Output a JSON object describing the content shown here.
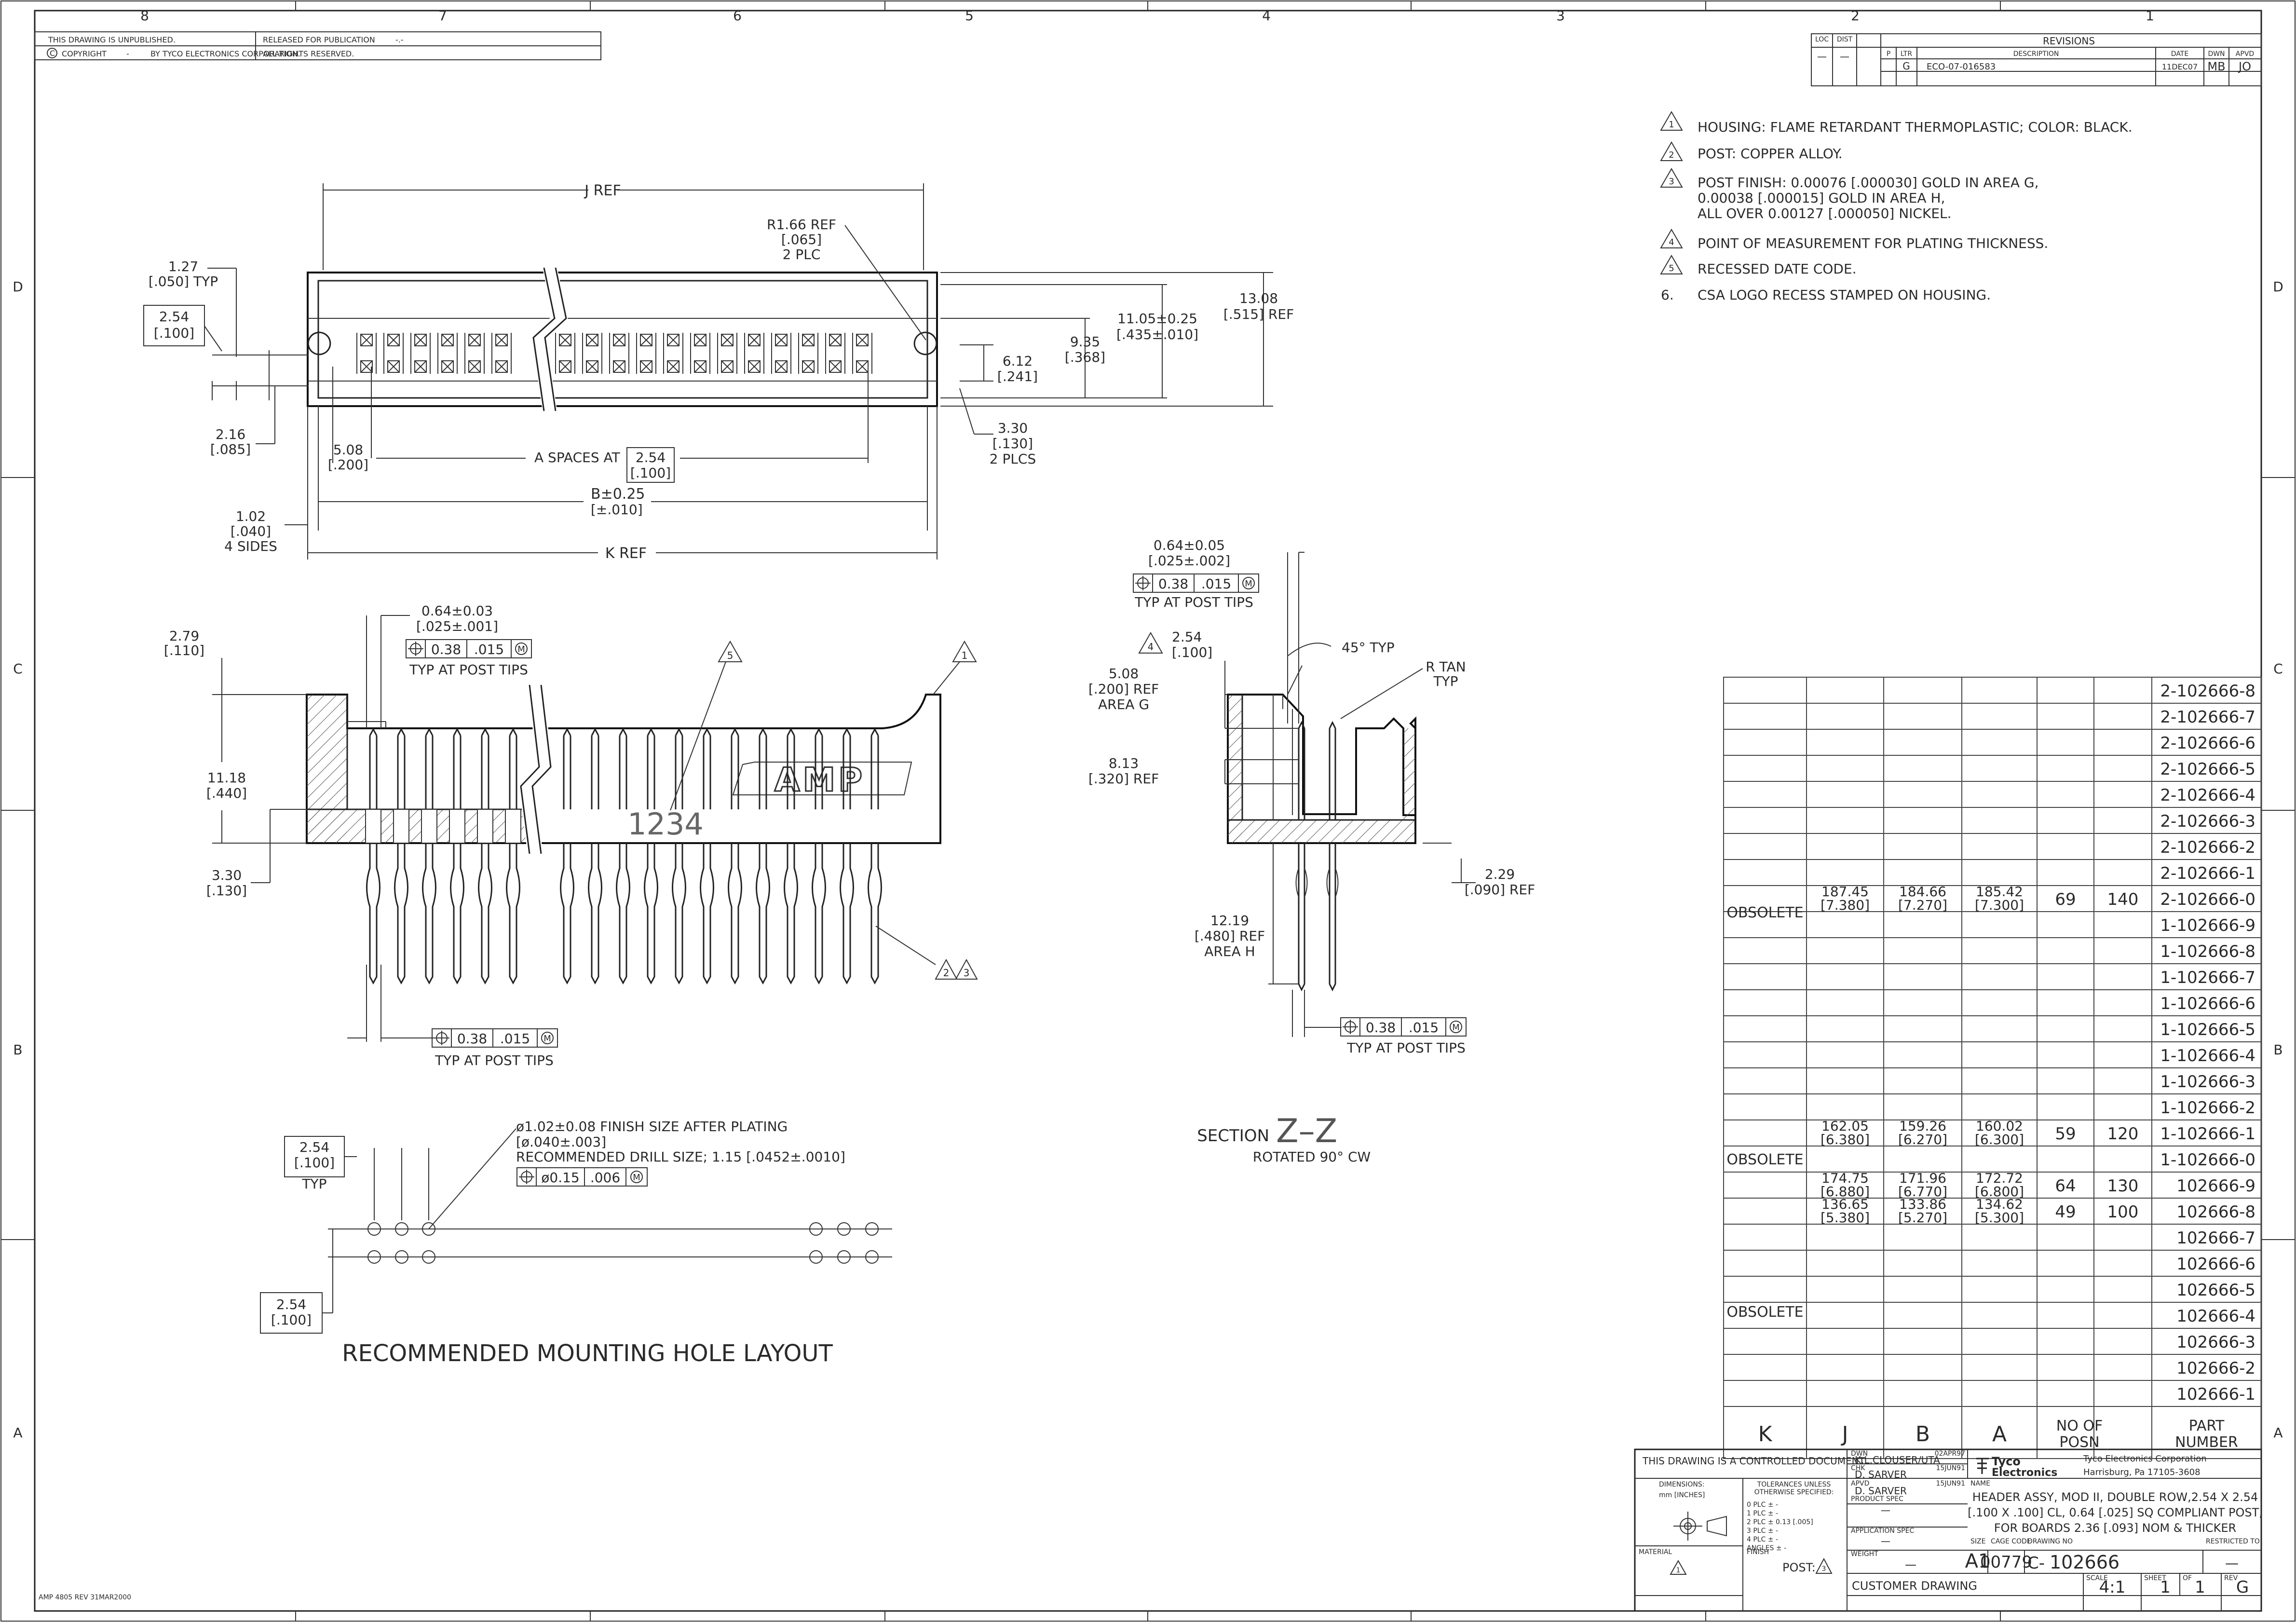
{
  "frame": {
    "top_zones": [
      "8",
      "7",
      "6",
      "5",
      "4",
      "3",
      "2",
      "1"
    ],
    "side_zones": [
      "D",
      "C",
      "B",
      "A"
    ],
    "unpublished": "THIS DRAWING IS UNPUBLISHED.",
    "released": "RELEASED FOR PUBLICATION",
    "released_value": "-.-",
    "copyright": "COPYRIGHT",
    "copyright_dash": "-",
    "copyright_by": "BY TYCO ELECTRONICS CORPORATION.",
    "rights": "ALL RIGHTS RESERVED.",
    "form": "AMP 4805 REV 31MAR2000"
  },
  "revisions": {
    "title": "REVISIONS",
    "loc_label": "LOC",
    "dist_label": "DIST",
    "loc": "—",
    "dist": "—",
    "p_label": "P",
    "ltr_label": "LTR",
    "desc_label": "DESCRIPTION",
    "date_label": "DATE",
    "dwn_label": "DWN",
    "apvd_label": "APVD",
    "ltr": "G",
    "desc": "ECO-07-016583",
    "date": "11DEC07",
    "dwn": "MB",
    "apvd": "JO"
  },
  "notes": [
    {
      "num": "1",
      "flag": true,
      "text": "HOUSING: FLAME RETARDANT THERMOPLASTIC;   COLOR: BLACK."
    },
    {
      "num": "2",
      "flag": true,
      "text": "POST: COPPER ALLOY."
    },
    {
      "num": "3",
      "flag": true,
      "text": "POST FINISH: 0.00076 [.000030] GOLD IN AREA G,",
      "extra": [
        "0.00038 [.000015] GOLD IN AREA H,",
        "ALL OVER 0.00127 [.000050] NICKEL."
      ]
    },
    {
      "num": "4",
      "flag": true,
      "text": "POINT OF MEASUREMENT FOR PLATING THICKNESS."
    },
    {
      "num": "5",
      "flag": true,
      "text": "RECESSED DATE CODE."
    },
    {
      "num": "6.",
      "flag": false,
      "text": "CSA LOGO RECESS STAMPED ON HOUSING."
    }
  ],
  "top_view": {
    "j_ref": "J REF",
    "r166": "R1.66 REF",
    "r166_in": "[.065]",
    "r166_plc": "2 PLC",
    "d127": "1.27",
    "d127_in": "[.050] TYP",
    "d254": "2.54",
    "d254_in": "[.100]",
    "d216": "2.16",
    "d216_in": "[.085]",
    "d508": "5.08",
    "d508_in": "[.200]",
    "a_spaces": "A SPACES AT",
    "a_val": "2.54",
    "a_val_in": "[.100]",
    "b": "B±0.25",
    "b_in": "[±.010]",
    "d102": "1.02",
    "d102_in": "[.040]",
    "d102_sides": "4 SIDES",
    "k_ref": "K REF",
    "d1308": "13.08",
    "d1308_in": "[.515] REF",
    "d1105": "11.05±0.25",
    "d1105_in": "[.435±.010]",
    "d935": "9.35",
    "d935_in": "[.368]",
    "d612": "6.12",
    "d612_in": "[.241]",
    "d330": "3.30",
    "d330_in": "[.130]",
    "d330_plcs": "2 PLCS"
  },
  "front_view": {
    "d279": "2.79",
    "d279_in": "[.110]",
    "d064": "0.64±0.03",
    "d064_in": "[.025±.001]",
    "tol_val": "0.38",
    "tol_in": ".015",
    "tol_m": "M",
    "typ_tips": "TYP AT POST TIPS",
    "d1118": "11.18",
    "d1118_in": "[.440]",
    "d330": "3.30",
    "d330_in": "[.130]",
    "logo": "AMP",
    "date_code": "1234",
    "flag5": "5",
    "flag1": "1",
    "flag2": "2",
    "flag3": "3",
    "tol2_val": "0.38",
    "tol2_in": ".015",
    "tol2_m": "M",
    "typ_tips2": "TYP AT POST TIPS"
  },
  "section_view": {
    "d064": "0.64±0.05",
    "d064_in": "[.025±.002]",
    "tol_val": "0.38",
    "tol_in": ".015",
    "tol_m": "M",
    "typ_tips": "TYP AT POST TIPS",
    "flag4": "4",
    "d254": "2.54",
    "d254_in": "[.100]",
    "d508": "5.08",
    "d508_in": "[.200] REF",
    "area_g": "AREA G",
    "angle": "45° TYP",
    "r_tan": "R TAN",
    "r_tan_typ": "TYP",
    "d813": "8.13",
    "d813_in": "[.320] REF",
    "d229": "2.29",
    "d229_in": "[.090] REF",
    "d1219": "12.19",
    "d1219_in": "[.480] REF",
    "area_h": "AREA H",
    "tol2_val": "0.38",
    "tol2_in": ".015",
    "tol2_m": "M",
    "typ_tips2": "TYP AT POST TIPS",
    "section": "SECTION",
    "section_id": "Z–Z",
    "rotated": "ROTATED 90° CW"
  },
  "hole_layout": {
    "d254": "2.54",
    "d254_in": "[.100]",
    "typ": "TYP",
    "finish": "ø1.02±0.08   FINISH SIZE AFTER PLATING",
    "finish_in": "[ø.040±.003]",
    "drill": "RECOMMENDED DRILL SIZE; 1.15 [.0452±.0010]",
    "tol_val": "ø0.15",
    "tol_in": ".006",
    "tol_m": "M",
    "d254b": "2.54",
    "d254b_in": "[.100]",
    "title": "RECOMMENDED MOUNTING HOLE LAYOUT"
  },
  "table": {
    "part_numbers": [
      "2-102666-8",
      "2-102666-7",
      "2-102666-6",
      "2-102666-5",
      "2-102666-4",
      "2-102666-3",
      "2-102666-2",
      "2-102666-1",
      "2-102666-0",
      "1-102666-9",
      "1-102666-8",
      "1-102666-7",
      "1-102666-6",
      "1-102666-5",
      "1-102666-4",
      "1-102666-3",
      "1-102666-2",
      "1-102666-1",
      "1-102666-0",
      "102666-9",
      "102666-8",
      "102666-7",
      "102666-6",
      "102666-5",
      "102666-4",
      "102666-3",
      "102666-2",
      "102666-1"
    ],
    "value_rows": [
      {
        "row": 8,
        "K": "187.45",
        "K_in": "[7.380]",
        "J": "184.66",
        "J_in": "[7.270]",
        "B": "185.42",
        "B_in": "[7.300]",
        "A": "69",
        "N": "140"
      },
      {
        "row": 17,
        "K": "162.05",
        "K_in": "[6.380]",
        "J": "159.26",
        "J_in": "[6.270]",
        "B": "160.02",
        "B_in": "[6.300]",
        "A": "59",
        "N": "120"
      },
      {
        "row": 19,
        "K": "174.75",
        "K_in": "[6.880]",
        "J": "171.96",
        "J_in": "[6.770]",
        "B": "172.72",
        "B_in": "[6.800]",
        "A": "64",
        "N": "130"
      },
      {
        "row": 20,
        "K": "136.65",
        "K_in": "[5.380]",
        "J": "133.86",
        "J_in": "[5.270]",
        "B": "134.62",
        "B_in": "[5.300]",
        "A": "49",
        "N": "100"
      }
    ],
    "obsolete": "OBSOLETE",
    "headers": {
      "K": "K",
      "J": "J",
      "B": "B",
      "A": "A",
      "N1": "NO OF",
      "N2": "POSN",
      "P1": "PART",
      "P2": "NUMBER"
    }
  },
  "title_block": {
    "controlled": "THIS DRAWING IS A CONTROLLED DOCUMENT.",
    "dwn_label": "DWN",
    "dwn": "K.L.CLOUSER/UTA",
    "dwn_date": "02APR97",
    "chk_label": "CHK",
    "chk": "D. SARVER",
    "chk_date": "15JUN91",
    "appd_label": "APVD",
    "appd": "D. SARVER",
    "appd_date": "15JUN91",
    "company1": "Tyco Electronics Corporation",
    "company2": "Harrisburg, Pa 17105-3608",
    "logo1": "Tyco",
    "logo2": "Electronics",
    "name_label": "NAME",
    "name1": "HEADER ASSY, MOD II, DOUBLE ROW,2.54 X 2.54",
    "name2": "[.100 X .100]  CL, 0.64 [.025] SQ COMPLIANT POST,",
    "name3": "FOR BOARDS 2.36 [.093] NOM & THICKER",
    "dims_label": "DIMENSIONS:",
    "dims_units": "mm [INCHES]",
    "tol_label1": "TOLERANCES UNLESS",
    "tol_label2": "OTHERWISE SPECIFIED:",
    "tol_lines": [
      "0 PLC    ± -",
      "1 PLC    ± -",
      "2 PLC    ± 0.13 [.005]",
      "3 PLC    ± -",
      "4 PLC    ± -",
      "ANGLES    ± -"
    ],
    "product_spec": "PRODUCT SPEC",
    "product_spec_val": "—",
    "app_spec": "APPLICATION SPEC",
    "app_spec_val": "—",
    "weight": "WEIGHT",
    "weight_val": "—",
    "material": "MATERIAL",
    "finish": "FINISH",
    "post": "POST:",
    "post_flag": "3",
    "material_flag": "1",
    "size_label": "SIZE",
    "size": "A1",
    "cage_label": "CAGE CODE",
    "cage": "00779",
    "dwg_label": "DRAWING NO",
    "dwg_prefix": "C-",
    "dwg": "102666",
    "restricted_label": "RESTRICTED TO",
    "restricted": "—",
    "customer": "CUSTOMER DRAWING",
    "scale_label": "SCALE",
    "scale": "4:1",
    "sheet_label": "SHEET",
    "sheet": "1",
    "of_label": "OF",
    "of": "1",
    "rev_label": "REV",
    "rev": "G"
  }
}
